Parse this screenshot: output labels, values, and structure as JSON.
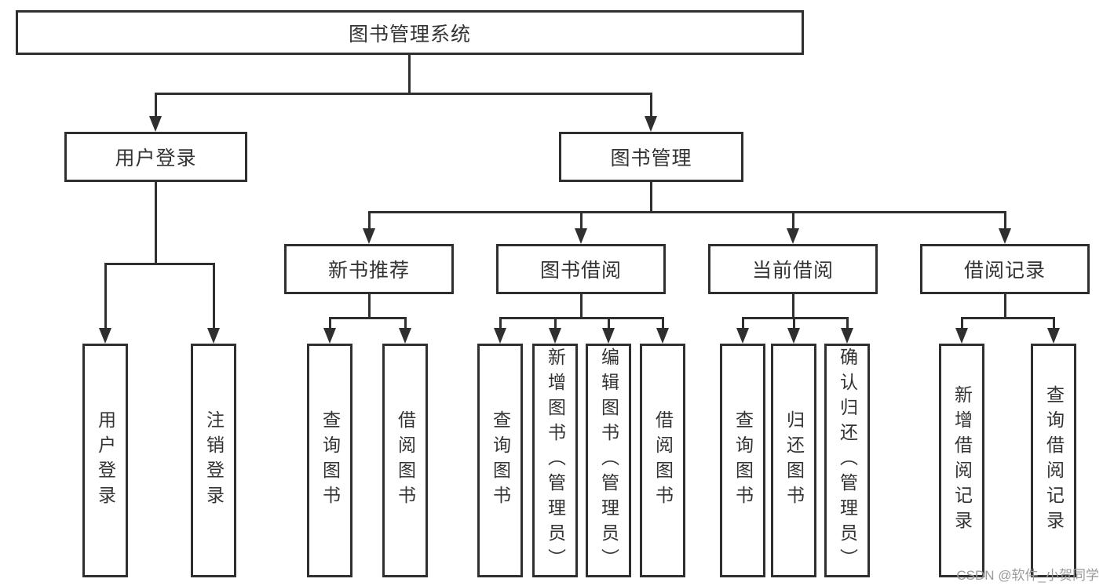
{
  "tree": {
    "root": "图书管理系统",
    "children": [
      {
        "label": "用户登录",
        "children": [
          "用户登录",
          "注销登录"
        ]
      },
      {
        "label": "图书管理",
        "children": [
          {
            "label": "新书推荐",
            "children": [
              "查询图书",
              "借阅图书"
            ]
          },
          {
            "label": "图书借阅",
            "children": [
              "查询图书",
              "新增图书（管理员）",
              "编辑图书（管理员）",
              "借阅图书"
            ]
          },
          {
            "label": "当前借阅",
            "children": [
              "查询图书",
              "归还图书",
              "确认归还（管理员）"
            ]
          },
          {
            "label": "借阅记录",
            "children": [
              "新增借阅记录",
              "查询借阅记录"
            ]
          }
        ]
      }
    ]
  },
  "watermark": "CSDN @软件_小贺同学",
  "colors": {
    "line": "#2f2f2f",
    "text": "#333333",
    "watermark": "#9a9a9a",
    "background": "#ffffff"
  }
}
